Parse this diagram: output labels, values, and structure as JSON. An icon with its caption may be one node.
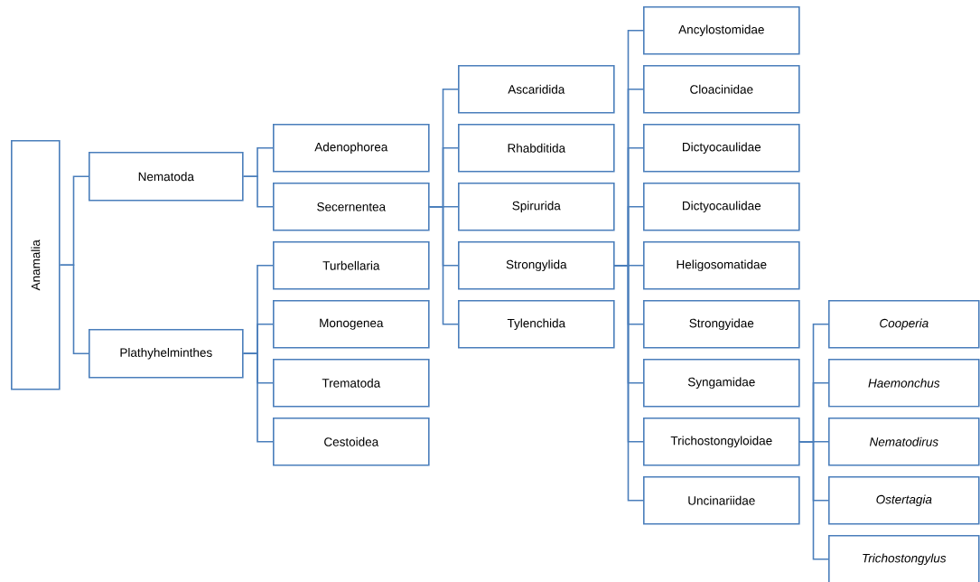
{
  "diagram": {
    "nodes": [
      {
        "text": [
          "Anamalia"
        ]
      },
      {
        "text": [
          "Nematoda"
        ]
      },
      {
        "text": [
          "Plathyhelminthes"
        ]
      },
      {
        "text": [
          "Adenophorea"
        ]
      },
      {
        "text": [
          "Secernentea"
        ]
      },
      {
        "text": [
          "Turbellaria"
        ]
      },
      {
        "text": [
          "Monogenea"
        ]
      },
      {
        "text": [
          "Trematoda"
        ]
      },
      {
        "text": [
          "Cestoidea"
        ]
      },
      {
        "text": [
          "Ascaridida"
        ]
      },
      {
        "text": [
          "Rhabditida"
        ]
      },
      {
        "text": [
          "Spirurida"
        ]
      },
      {
        "text": [
          "Strongylida"
        ]
      },
      {
        "text": [
          "Tylenchida"
        ]
      },
      {
        "text": [
          "Ancylostomidae"
        ]
      },
      {
        "text": [
          "Cloacinidae"
        ]
      },
      {
        "text": [
          "Dictyocaulidae"
        ]
      },
      {
        "text": [
          "Dictyocaulidae"
        ]
      },
      {
        "text": [
          "Heligosomatidae"
        ]
      },
      {
        "text": [
          "Strongyidae"
        ]
      },
      {
        "text": [
          "Syngamidae"
        ]
      },
      {
        "text": [
          "Trichostongyloidae"
        ]
      },
      {
        "text": [
          "Uncinariidae"
        ]
      },
      {
        "text": [
          "Cooperia"
        ]
      },
      {
        "text": [
          "Haemonchus"
        ]
      },
      {
        "text": [
          "Nematodirus"
        ]
      },
      {
        "text": [
          "Ostertagia"
        ]
      },
      {
        "text": [
          "Trichostongylus"
        ]
      }
    ],
    "edges": [
      {
        "from": 0,
        "to": 1,
        "arrow": "none"
      },
      {
        "from": 0,
        "to": 2,
        "arrow": "none"
      },
      {
        "from": 1,
        "to": 3,
        "arrow": "none"
      },
      {
        "from": 1,
        "to": 4,
        "arrow": "none"
      },
      {
        "from": 2,
        "to": 5,
        "arrow": "none"
      },
      {
        "from": 2,
        "to": 6,
        "arrow": "none"
      },
      {
        "from": 2,
        "to": 7,
        "arrow": "none"
      },
      {
        "from": 2,
        "to": 8,
        "arrow": "none"
      },
      {
        "from": 4,
        "to": 9,
        "arrow": "none"
      },
      {
        "from": 4,
        "to": 10,
        "arrow": "none"
      },
      {
        "from": 4,
        "to": 11,
        "arrow": "none"
      },
      {
        "from": 4,
        "to": 12,
        "arrow": "none"
      },
      {
        "from": 4,
        "to": 13,
        "arrow": "none"
      },
      {
        "from": 12,
        "to": 14,
        "arrow": "none"
      },
      {
        "from": 12,
        "to": 15,
        "arrow": "none"
      },
      {
        "from": 12,
        "to": 16,
        "arrow": "none"
      },
      {
        "from": 12,
        "to": 17,
        "arrow": "none"
      },
      {
        "from": 12,
        "to": 18,
        "arrow": "none"
      },
      {
        "from": 12,
        "to": 19,
        "arrow": "none"
      },
      {
        "from": 12,
        "to": 20,
        "arrow": "none"
      },
      {
        "from": 12,
        "to": 21,
        "arrow": "none"
      },
      {
        "from": 12,
        "to": 22,
        "arrow": "none"
      },
      {
        "from": 21,
        "to": 23,
        "arrow": "none"
      },
      {
        "from": 21,
        "to": 24,
        "arrow": "none"
      },
      {
        "from": 21,
        "to": 25,
        "arrow": "none"
      },
      {
        "from": 21,
        "to": 26,
        "arrow": "none"
      },
      {
        "from": 21,
        "to": 27,
        "arrow": "none"
      }
    ]
  }
}
